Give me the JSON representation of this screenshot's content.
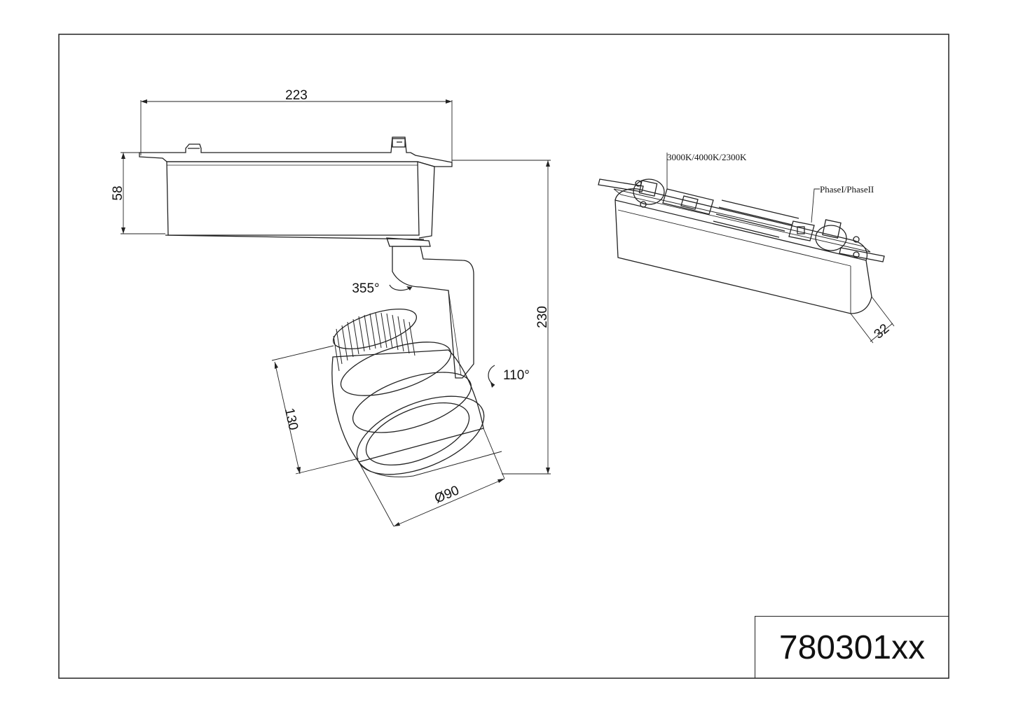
{
  "drawing": {
    "part_number": "780301xx",
    "dimensions": {
      "width": "223",
      "height_housing": "58",
      "total_height": "230",
      "head_length": "130",
      "head_diameter": "Ø90",
      "adapter_width": "32"
    },
    "angles": {
      "rotation": "355°",
      "tilt": "110°"
    },
    "callouts": {
      "color_temperature": "3000K/4000K/2300K",
      "phase": "PhaseI/PhaseII"
    }
  }
}
